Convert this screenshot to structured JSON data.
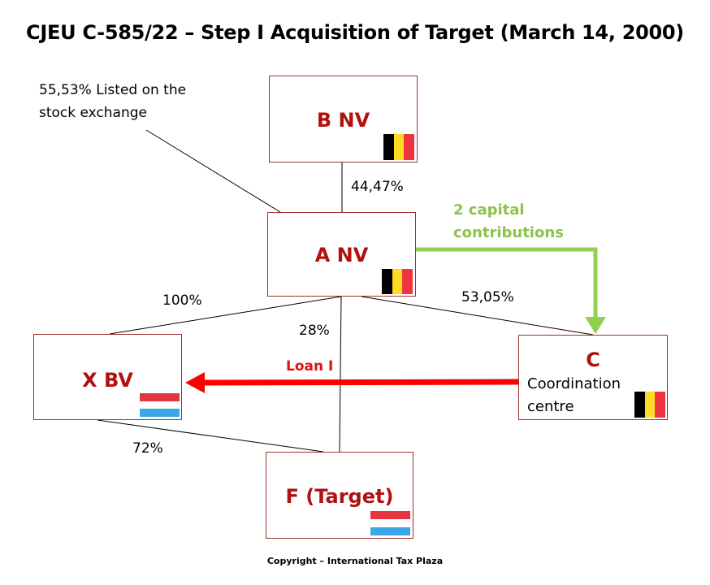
{
  "title": "CJEU C-585/22 – Step I Acquisition of Target (March 14, 2000)",
  "entities": {
    "b": {
      "name": "B NV",
      "flag": "belgium"
    },
    "a": {
      "name": "A NV",
      "flag": "belgium"
    },
    "x": {
      "name": "X BV",
      "flag": "netherlands"
    },
    "c": {
      "name": "C",
      "subtitle": "Coordination centre",
      "flag": "belgium"
    },
    "f": {
      "name": "F (Target)",
      "flag": "netherlands"
    }
  },
  "labels": {
    "listed": "55,53% Listed on the stock exchange",
    "b_a": "44,47%",
    "a_x": "100%",
    "a_f": "28%",
    "a_c": "53,05%",
    "x_f": "72%",
    "capital": "2 capital contributions",
    "loan": "Loan I"
  },
  "colors": {
    "entity_name": "#b01010",
    "capital_arrow": "#92d050",
    "loan_arrow": "#ff0000"
  },
  "copyright": "Copyright – International Tax Plaza"
}
